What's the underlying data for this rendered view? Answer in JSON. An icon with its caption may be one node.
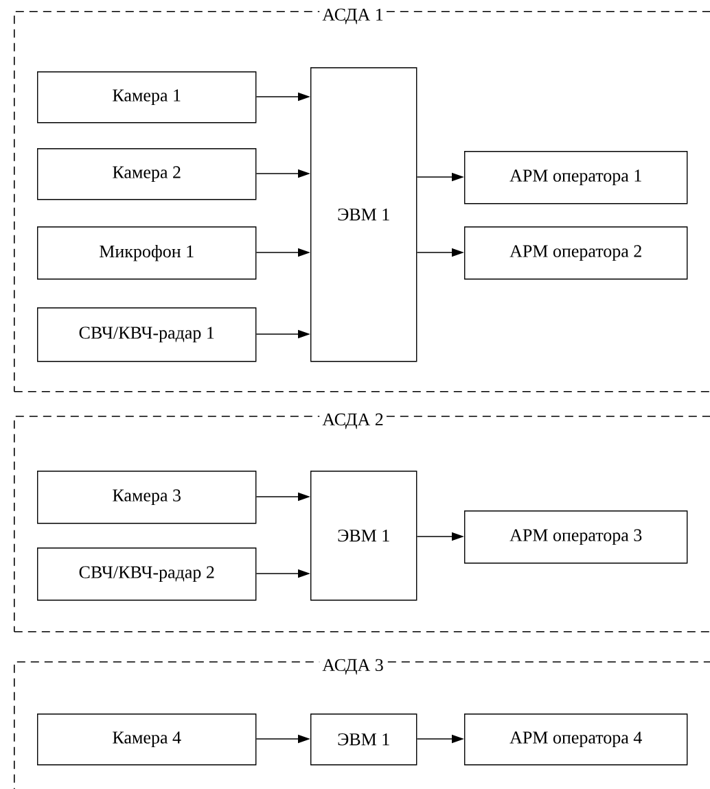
{
  "diagram": {
    "nodes": [
      {
        "text": [
          "АСДА 1"
        ]
      },
      {
        "text": [
          "Камера 1"
        ],
        "in": 0
      },
      {
        "text": [
          "Камера 2"
        ],
        "in": 0
      },
      {
        "text": [
          "Микрофон 1"
        ],
        "in": 0
      },
      {
        "text": [
          "СВЧ/КВЧ-радар 1"
        ],
        "in": 0
      },
      {
        "text": [
          "ЭВМ 1"
        ],
        "in": 0
      },
      {
        "text": [
          "АРМ оператора 1"
        ],
        "in": 0
      },
      {
        "text": [
          "АРМ оператора 2"
        ],
        "in": 0
      },
      {
        "text": [
          "АСДА 2"
        ]
      },
      {
        "text": [
          "Камера 3"
        ],
        "in": 8
      },
      {
        "text": [
          "СВЧ/КВЧ-радар 2"
        ],
        "in": 8
      },
      {
        "text": [
          "ЭВМ 1"
        ],
        "in": 8
      },
      {
        "text": [
          "АРМ оператора 3"
        ],
        "in": 8
      },
      {
        "text": [
          "АСДА 3"
        ]
      },
      {
        "text": [
          "Камера 4"
        ],
        "in": 13
      },
      {
        "text": [
          "ЭВМ 1"
        ],
        "in": 13
      },
      {
        "text": [
          "АРМ оператора 4"
        ],
        "in": 13
      }
    ],
    "edges": [
      {
        "from": 1,
        "to": 5,
        "arrow": "to"
      },
      {
        "from": 2,
        "to": 5,
        "arrow": "to"
      },
      {
        "from": 3,
        "to": 5,
        "arrow": "to"
      },
      {
        "from": 4,
        "to": 5,
        "arrow": "to"
      },
      {
        "from": 5,
        "to": 6,
        "arrow": "to"
      },
      {
        "from": 5,
        "to": 7,
        "arrow": "to"
      },
      {
        "from": 9,
        "to": 11,
        "arrow": "to"
      },
      {
        "from": 10,
        "to": 11,
        "arrow": "to"
      },
      {
        "from": 11,
        "to": 12,
        "arrow": "to"
      },
      {
        "from": 14,
        "to": 15,
        "arrow": "to"
      },
      {
        "from": 15,
        "to": 16,
        "arrow": "to"
      }
    ]
  }
}
